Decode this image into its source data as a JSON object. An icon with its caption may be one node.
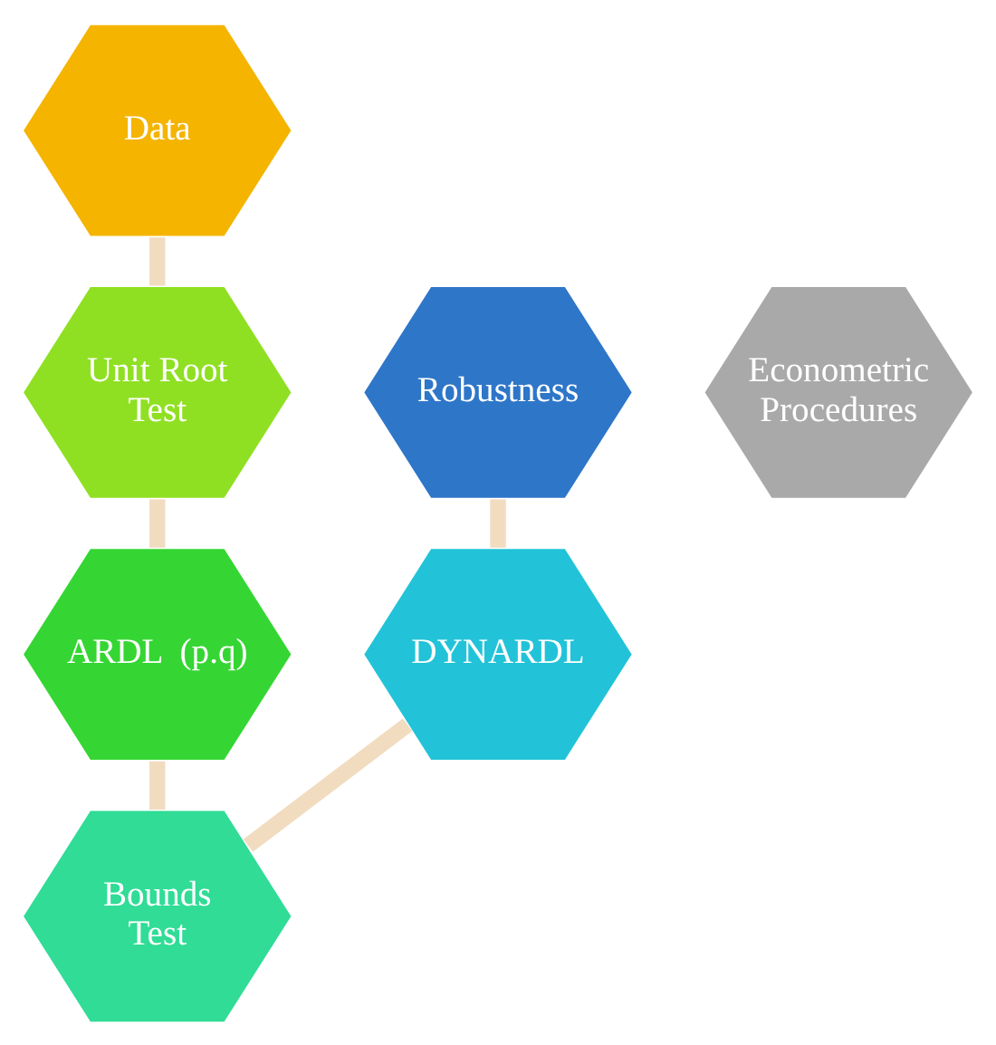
{
  "diagram": {
    "nodes": [
      {
        "text": [
          "Econometric Procedures"
        ]
      },
      {
        "text": [
          "Data"
        ]
      },
      {
        "text": [
          "Unit Root Test"
        ]
      },
      {
        "text": [
          "ARDL  (p.q)"
        ]
      },
      {
        "text": [
          "Bounds Test"
        ]
      },
      {
        "text": [
          "DYNARDL"
        ]
      },
      {
        "text": [
          "Robustness"
        ]
      }
    ],
    "edges": [
      {
        "from": 1,
        "to": 2,
        "arrow": "none"
      },
      {
        "from": 2,
        "to": 3,
        "arrow": "none"
      },
      {
        "from": 3,
        "to": 4,
        "arrow": "none"
      },
      {
        "from": 4,
        "to": 5,
        "arrow": "none"
      },
      {
        "from": 5,
        "to": 6,
        "arrow": "none"
      }
    ]
  }
}
